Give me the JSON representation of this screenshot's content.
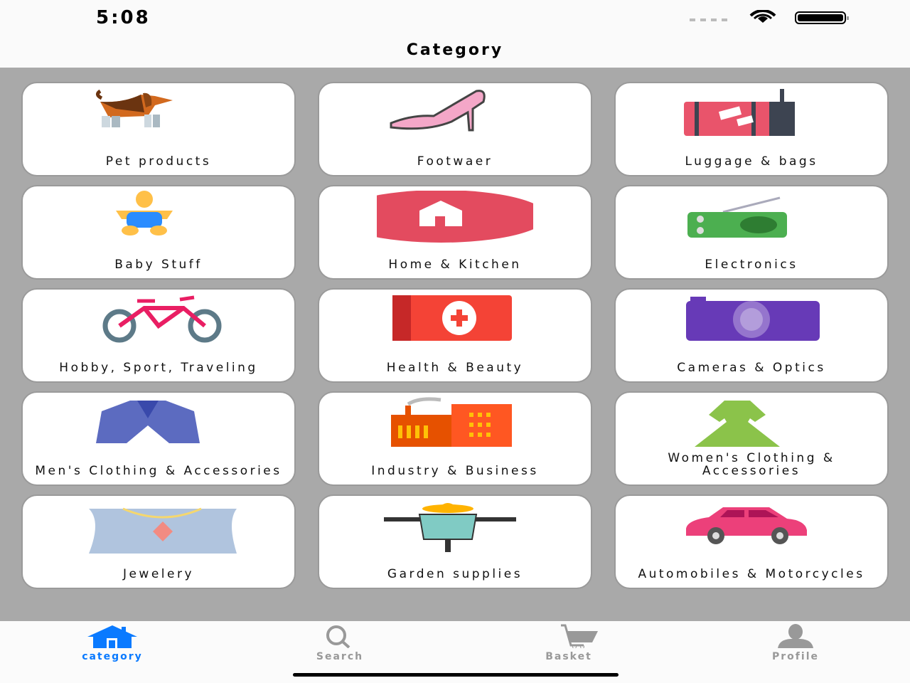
{
  "status_bar": {
    "time": "5:08"
  },
  "header": {
    "title": "Category"
  },
  "categories": [
    {
      "label": "Pet products",
      "icon": "dog-icon"
    },
    {
      "label": "Footwaer",
      "icon": "high-heel-icon"
    },
    {
      "label": "Luggage & bags",
      "icon": "suitcase-icon"
    },
    {
      "label": "Baby Stuff",
      "icon": "baby-icon"
    },
    {
      "label": "Home & Kitchen",
      "icon": "house-icon"
    },
    {
      "label": "Electronics",
      "icon": "radio-icon"
    },
    {
      "label": "Hobby, Sport, Traveling",
      "icon": "bicycle-icon"
    },
    {
      "label": "Health & Beauty",
      "icon": "first-aid-icon"
    },
    {
      "label": "Cameras & Optics",
      "icon": "camera-icon"
    },
    {
      "label": "Men's Clothing & Accessories",
      "icon": "jacket-icon"
    },
    {
      "label": "Industry & Business",
      "icon": "factory-icon"
    },
    {
      "label": "Women's Clothing & Accessories",
      "icon": "dress-icon"
    },
    {
      "label": "Jewelery",
      "icon": "necklace-icon"
    },
    {
      "label": "Garden supplies",
      "icon": "scarecrow-icon"
    },
    {
      "label": "Automobiles & Motorcycles",
      "icon": "car-icon"
    }
  ],
  "tabbar": {
    "tabs": [
      {
        "label": "category",
        "icon": "house-icon",
        "active": true
      },
      {
        "label": "Search",
        "icon": "search-icon"
      },
      {
        "label": "Basket",
        "icon": "cart-icon"
      },
      {
        "label": "Profile",
        "icon": "person-icon"
      }
    ]
  },
  "colors": {
    "accent": "#0a7aff",
    "background": "#a9a9a9",
    "inactive": "#999999"
  }
}
